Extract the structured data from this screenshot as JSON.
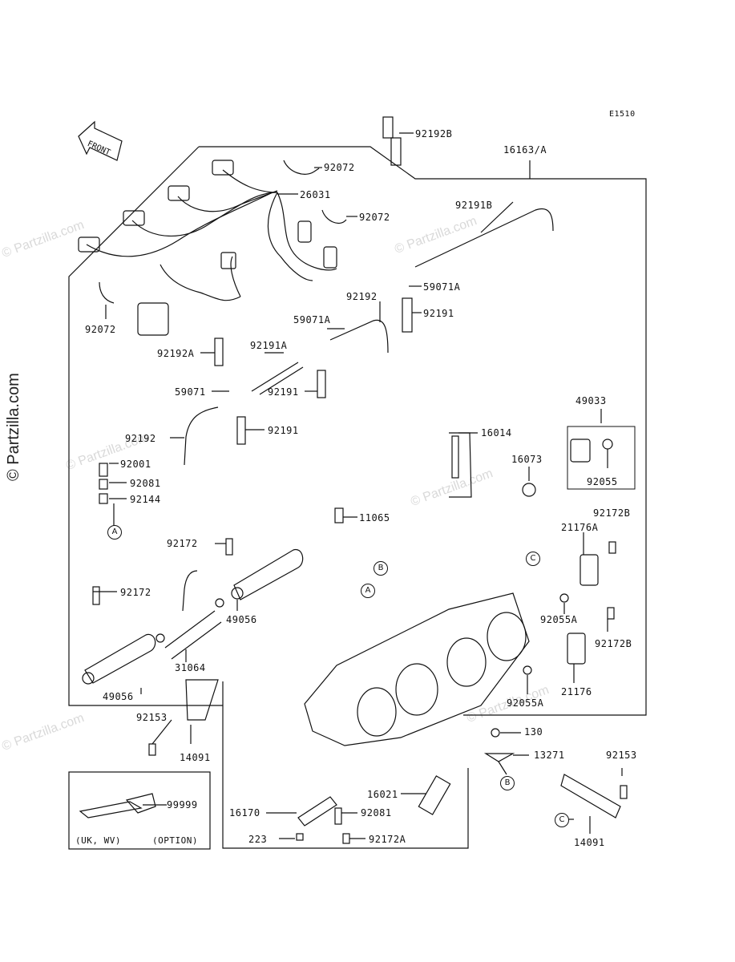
{
  "diagram": {
    "code": "E1510",
    "front_label": "FRONT",
    "watermark": "© Partzilla.com",
    "option_box": {
      "left": "(UK, WV)",
      "right": "(OPTION)"
    },
    "callouts": [
      "A",
      "B",
      "C"
    ],
    "parts": {
      "p92192B": "92192B",
      "p16163A": "16163/A",
      "p92072a": "92072",
      "p26031": "26031",
      "p92072b": "92072",
      "p92191B": "92191B",
      "p92072c": "92072",
      "p59071A_top": "59071A",
      "p92191_top": "92191",
      "p92192_mid": "92192",
      "p59071A_mid": "59071A",
      "p92192A": "92192A",
      "p92191A": "92191A",
      "p59071": "59071",
      "p92191_mid": "92191",
      "p92192_left": "92192",
      "p92191_low": "92191",
      "p92001": "92001",
      "p92081_left": "92081",
      "p92144": "92144",
      "p16014": "16014",
      "p49033": "49033",
      "p16073": "16073",
      "p92055": "92055",
      "p11065": "11065",
      "p92172B_top": "92172B",
      "p21176A": "21176A",
      "p92172_top": "92172",
      "p92055A_top": "92055A",
      "p49056_right": "49056",
      "p92172_left": "92172",
      "p31064": "31064",
      "p92172B_low": "92172B",
      "p49056_left": "49056",
      "p21176": "21176",
      "p92055A_low": "92055A",
      "p92153_left": "92153",
      "p14091_left": "14091",
      "p130": "130",
      "p13271": "13271",
      "p92153_right": "92153",
      "p99999": "99999",
      "p16021": "16021",
      "p16170": "16170",
      "p92081_low": "92081",
      "p223": "223",
      "p92172A": "92172A",
      "p14091_right": "14091"
    }
  }
}
